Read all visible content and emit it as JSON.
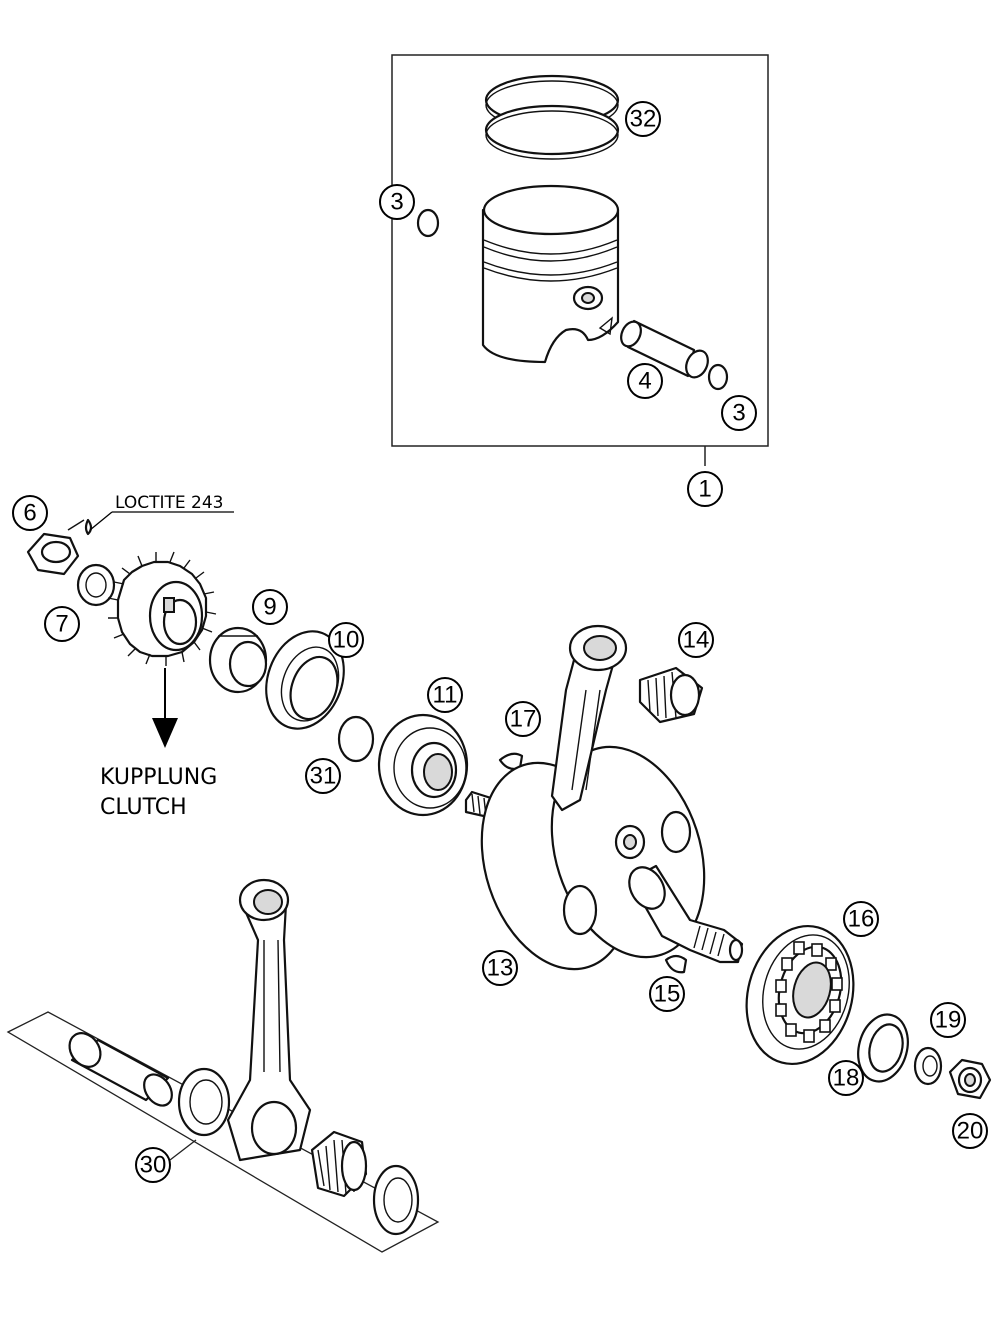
{
  "callouts": {
    "c1": "1",
    "c3a": "3",
    "c3b": "3",
    "c4": "4",
    "c6": "6",
    "c7": "7",
    "c9": "9",
    "c10": "10",
    "c11": "11",
    "c13": "13",
    "c14": "14",
    "c15": "15",
    "c16": "16",
    "c17": "17",
    "c18": "18",
    "c19": "19",
    "c20": "20",
    "c30": "30",
    "c31": "31",
    "c32": "32"
  },
  "notes": {
    "loctite": "LOCTITE 243",
    "clutch_de": "KUPPLUNG",
    "clutch_en": "CLUTCH"
  },
  "colors": {
    "line": "#111111",
    "background": "#ffffff"
  }
}
